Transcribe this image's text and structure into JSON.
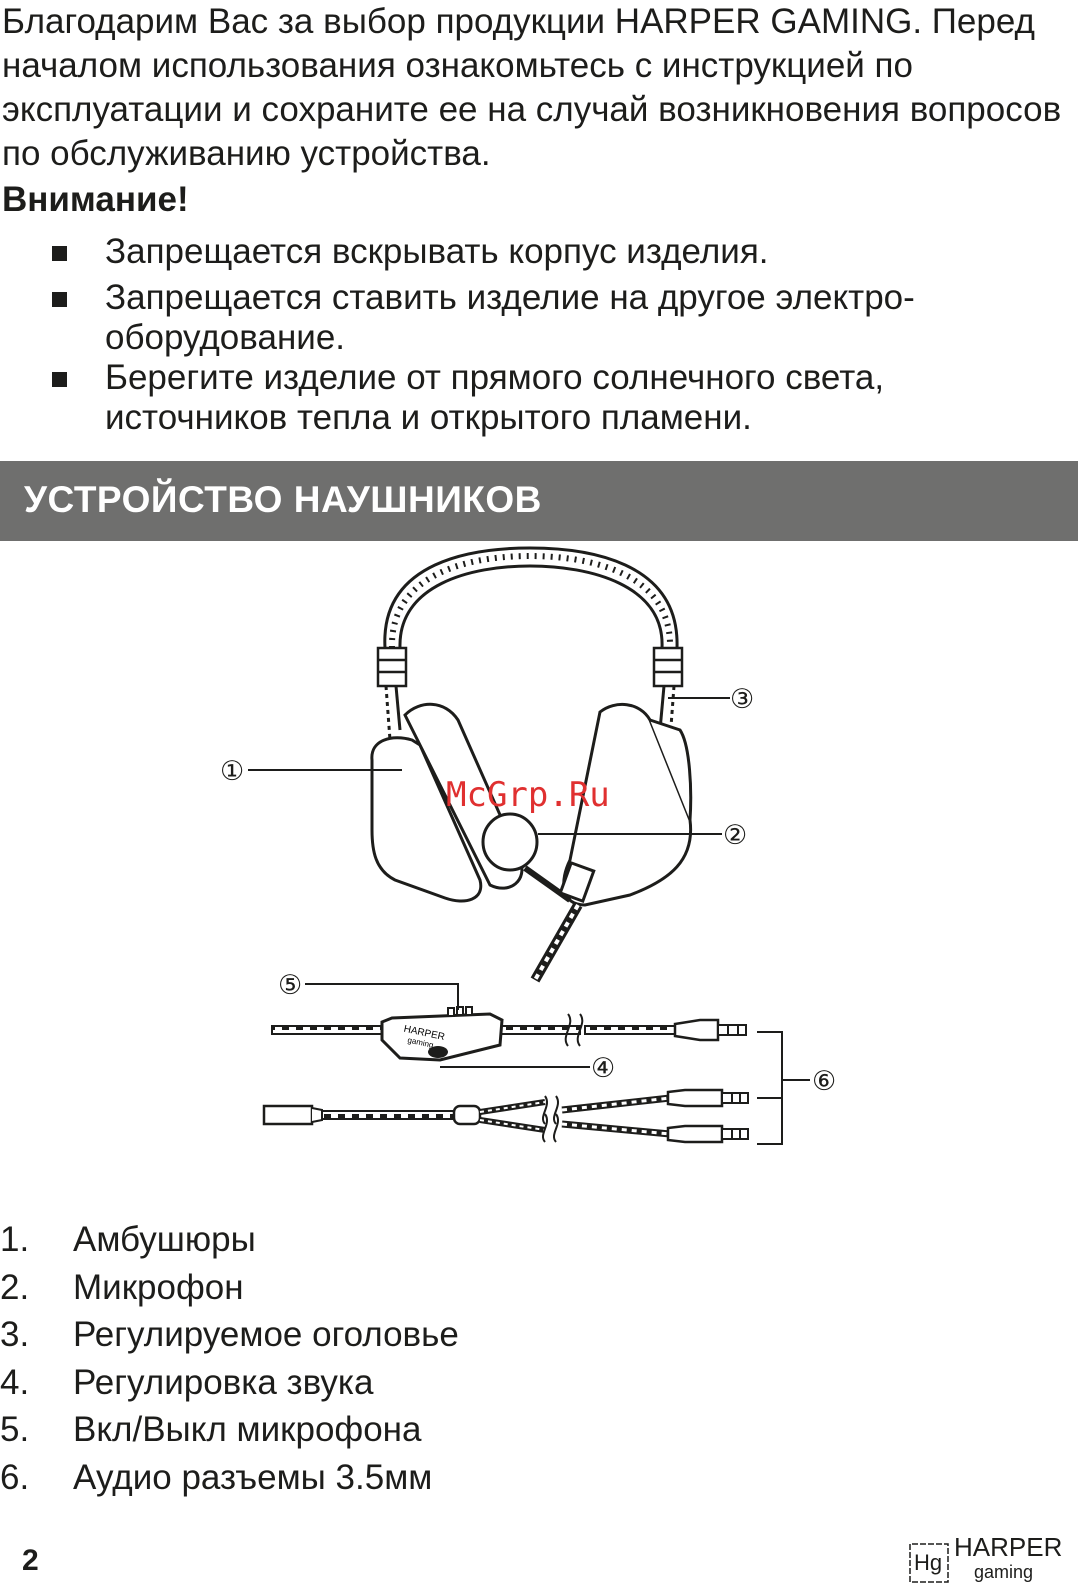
{
  "intro": "Благодарим Вас за выбор продукции HARPER GAMING. Перед началом использования ознакомьтесь с инструкцией по эксплуатации и сохраните ее на случай возникновения вопросов по обслуживанию устройства.",
  "warning": {
    "title": "Внимание!",
    "items": [
      "Запрещается вскрывать корпус изделия.",
      "Запрещается ставить изделие на другое электро-оборудование.",
      "Берегите изделие от прямого солнечного света, источников тепла и открытого пламени."
    ]
  },
  "section_title": "УСТРОЙСТВО НАУШНИКОВ",
  "watermark": "McGrp.Ru",
  "diagram": {
    "callouts": [
      "①",
      "②",
      "③",
      "④",
      "⑤",
      "⑥"
    ],
    "controller_brand": "HARPER",
    "controller_sub": "gaming"
  },
  "legend": [
    {
      "num": "1.",
      "label": "Амбушюры"
    },
    {
      "num": "2.",
      "label": "Микрофон"
    },
    {
      "num": "3.",
      "label": "Регулируемое оголовье"
    },
    {
      "num": "4.",
      "label": "Регулировка звука"
    },
    {
      "num": "5.",
      "label": "Вкл/Выкл микрофона"
    },
    {
      "num": "6.",
      "label": "Аудио разъемы 3.5мм"
    }
  ],
  "page_number": "2",
  "logo": {
    "mark": "Hg",
    "brand": "HARPER",
    "sub": "gaming"
  }
}
